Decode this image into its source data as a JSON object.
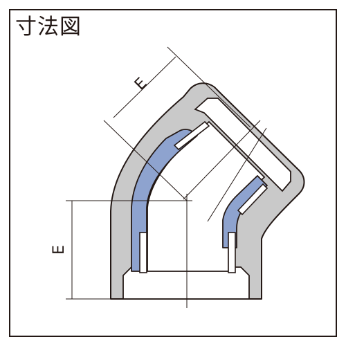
{
  "title": "寸法図",
  "dimensions": {
    "diagonal_label": "E",
    "vertical_label": "E"
  },
  "colors": {
    "outline": "#231815",
    "body_fill": "#c9c9c9",
    "liner_fill": "#8ea3cf",
    "background": "#ffffff"
  }
}
